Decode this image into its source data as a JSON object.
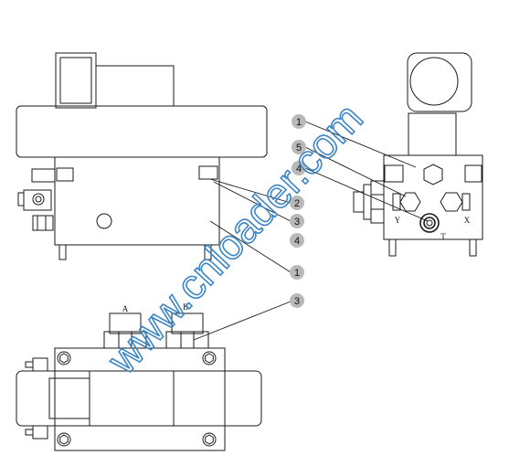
{
  "watermark": "www.cnloader.com",
  "callouts": {
    "front_view": [
      "2",
      "3",
      "4",
      "1"
    ],
    "side_view": [
      "1",
      "5",
      "4"
    ],
    "top_view": [
      "3"
    ]
  },
  "ports": {
    "side_view": [
      "Y",
      "X",
      "T"
    ],
    "top_view": [
      "A",
      "B"
    ]
  },
  "colors": {
    "line": "#1a1a1a",
    "callout_bubble": "#b9b9b9",
    "watermark": "#3d86c6"
  }
}
